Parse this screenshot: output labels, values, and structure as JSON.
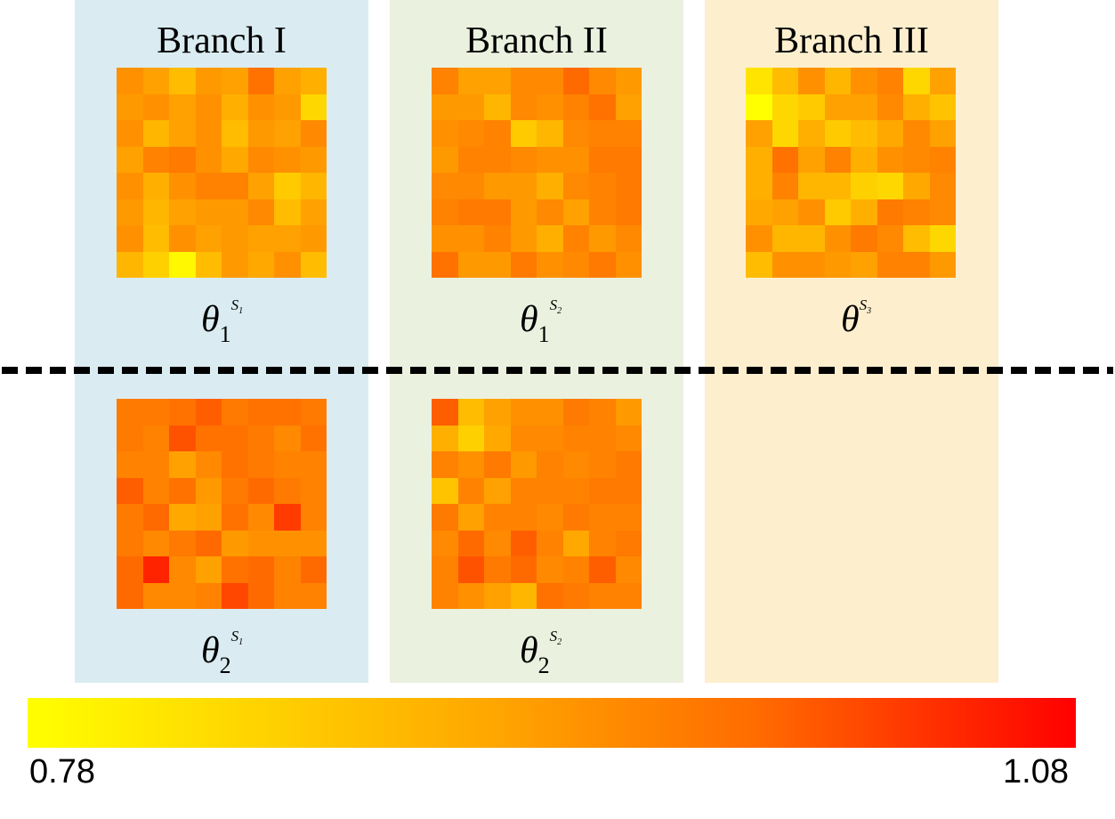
{
  "panels": [
    {
      "title": "Branch I",
      "color": "#daecf2"
    },
    {
      "title": "Branch II",
      "color": "#ebf1df"
    },
    {
      "title": "Branch III",
      "color": "#fdefce"
    }
  ],
  "labels": {
    "theta": "θ",
    "sub1": "1",
    "sub2": "2",
    "supS": "S",
    "s1": "1",
    "s2": "2",
    "s3": "3"
  },
  "colorbar": {
    "min_label": "0.78",
    "max_label": "1.08",
    "min": 0.78,
    "max": 1.08,
    "colors": [
      "#ffff00",
      "#ffa500",
      "#ff6a00",
      "#ff0000"
    ]
  },
  "heatmaps": {
    "b1_top": [
      [
        0.94,
        0.92,
        0.88,
        0.93,
        0.92,
        0.98,
        0.92,
        0.9
      ],
      [
        0.93,
        0.94,
        0.92,
        0.94,
        0.9,
        0.94,
        0.93,
        0.84
      ],
      [
        0.94,
        0.89,
        0.92,
        0.94,
        0.88,
        0.93,
        0.92,
        0.95
      ],
      [
        0.92,
        0.96,
        0.97,
        0.94,
        0.91,
        0.95,
        0.94,
        0.93
      ],
      [
        0.94,
        0.9,
        0.94,
        0.96,
        0.96,
        0.92,
        0.86,
        0.89
      ],
      [
        0.93,
        0.89,
        0.92,
        0.93,
        0.93,
        0.95,
        0.88,
        0.92
      ],
      [
        0.94,
        0.88,
        0.94,
        0.92,
        0.93,
        0.92,
        0.92,
        0.93
      ],
      [
        0.89,
        0.85,
        0.79,
        0.88,
        0.93,
        0.91,
        0.94,
        0.88
      ]
    ],
    "b2_top": [
      [
        0.96,
        0.92,
        0.92,
        0.95,
        0.95,
        0.99,
        0.95,
        0.93
      ],
      [
        0.93,
        0.93,
        0.89,
        0.95,
        0.94,
        0.96,
        0.98,
        0.92
      ],
      [
        0.94,
        0.95,
        0.96,
        0.86,
        0.89,
        0.95,
        0.96,
        0.96
      ],
      [
        0.93,
        0.96,
        0.96,
        0.95,
        0.94,
        0.94,
        0.97,
        0.97
      ],
      [
        0.95,
        0.95,
        0.93,
        0.93,
        0.9,
        0.95,
        0.96,
        0.97
      ],
      [
        0.96,
        0.97,
        0.97,
        0.93,
        0.95,
        0.92,
        0.96,
        0.97
      ],
      [
        0.94,
        0.94,
        0.96,
        0.93,
        0.9,
        0.96,
        0.93,
        0.95
      ],
      [
        0.98,
        0.93,
        0.93,
        0.97,
        0.94,
        0.95,
        0.97,
        0.94
      ]
    ],
    "b3_top": [
      [
        0.82,
        0.88,
        0.94,
        0.89,
        0.94,
        0.96,
        0.84,
        0.92
      ],
      [
        0.78,
        0.84,
        0.86,
        0.92,
        0.92,
        0.95,
        0.9,
        0.87
      ],
      [
        0.92,
        0.84,
        0.9,
        0.86,
        0.88,
        0.91,
        0.95,
        0.92
      ],
      [
        0.9,
        0.98,
        0.92,
        0.96,
        0.9,
        0.94,
        0.95,
        0.96
      ],
      [
        0.9,
        0.96,
        0.89,
        0.89,
        0.85,
        0.84,
        0.91,
        0.95
      ],
      [
        0.91,
        0.92,
        0.94,
        0.86,
        0.9,
        0.97,
        0.96,
        0.95
      ],
      [
        0.94,
        0.89,
        0.89,
        0.94,
        0.97,
        0.95,
        0.88,
        0.84
      ],
      [
        0.88,
        0.94,
        0.94,
        0.93,
        0.92,
        0.96,
        0.96,
        0.93
      ]
    ],
    "b1_bot": [
      [
        0.97,
        0.97,
        0.98,
        1.0,
        0.97,
        0.98,
        0.98,
        0.97
      ],
      [
        0.97,
        0.96,
        1.01,
        0.98,
        0.98,
        0.97,
        0.95,
        0.98
      ],
      [
        0.96,
        0.96,
        0.92,
        0.95,
        0.98,
        0.97,
        0.96,
        0.96
      ],
      [
        1.0,
        0.96,
        0.98,
        0.93,
        0.97,
        0.99,
        0.97,
        0.96
      ],
      [
        0.97,
        0.99,
        0.91,
        0.92,
        0.98,
        0.95,
        1.03,
        0.96
      ],
      [
        0.97,
        0.95,
        0.97,
        0.99,
        0.93,
        0.94,
        0.94,
        0.94
      ],
      [
        0.99,
        1.05,
        0.95,
        0.92,
        0.98,
        0.99,
        0.96,
        0.99
      ],
      [
        0.99,
        0.95,
        0.95,
        0.96,
        1.02,
        0.99,
        0.96,
        0.96
      ]
    ],
    "b2_bot": [
      [
        1.0,
        0.88,
        0.92,
        0.94,
        0.94,
        0.97,
        0.96,
        0.93
      ],
      [
        0.9,
        0.85,
        0.91,
        0.95,
        0.95,
        0.96,
        0.96,
        0.95
      ],
      [
        0.96,
        0.94,
        0.97,
        0.93,
        0.96,
        0.95,
        0.96,
        0.97
      ],
      [
        0.87,
        0.96,
        0.92,
        0.96,
        0.96,
        0.96,
        0.97,
        0.97
      ],
      [
        0.97,
        0.92,
        0.96,
        0.96,
        0.95,
        0.97,
        0.96,
        0.96
      ],
      [
        0.95,
        0.99,
        0.95,
        1.0,
        0.96,
        0.91,
        0.96,
        0.97
      ],
      [
        0.96,
        1.01,
        0.97,
        0.99,
        0.95,
        0.96,
        1.0,
        0.95
      ],
      [
        0.96,
        0.94,
        0.92,
        0.89,
        0.98,
        0.97,
        0.96,
        0.96
      ]
    ]
  }
}
